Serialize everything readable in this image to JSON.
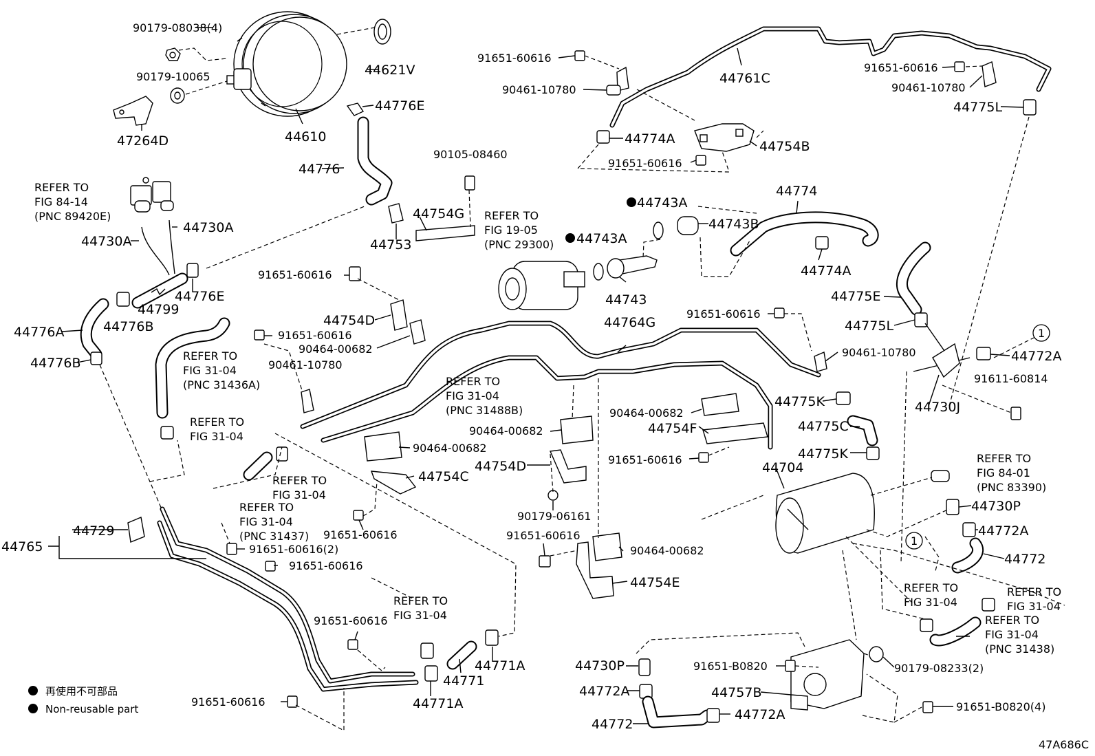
{
  "diagram_code": "47A686C",
  "legend": {
    "cn": "再使用不可部品",
    "en": "Non-reusable part"
  },
  "parts": {
    "p_90179_08038": "90179-08038(4)",
    "p_90179_10065": "90179-10065",
    "p_47264D": "47264D",
    "p_44610": "44610",
    "p_44621V": "44621V",
    "p_44776E_top": "44776E",
    "p_44776": "44776",
    "p_44730A_r": "44730A",
    "p_44730A_l": "44730A",
    "p_44776E_mid": "44776E",
    "p_44799": "44799",
    "p_44776B_a": "44776B",
    "p_44776A": "44776A",
    "p_44776B_b": "44776B",
    "p_90105_08460": "90105-08460",
    "p_44754G": "44754G",
    "p_44753": "44753",
    "p_91651_a": "91651-60616",
    "p_90461_a": "90461-10780",
    "p_44761C": "44761C",
    "p_44774A_a": "44774A",
    "p_44754B": "44754B",
    "p_91651_b": "91651-60616",
    "p_91651_c": "91651-60616",
    "p_90461_b": "90461-10780",
    "p_44775L_a": "44775L",
    "p_44743A_a": "44743A",
    "p_44743B": "44743B",
    "p_44774": "44774",
    "p_44743A_b": "44743A",
    "p_44743": "44743",
    "p_44774A_b": "44774A",
    "p_44775E": "44775E",
    "p_44775L_b": "44775L",
    "p_44772A_a": "44772A",
    "p_91611_60814": "91611-60814",
    "p_44730J": "44730J",
    "p_91651_d": "91651-60616",
    "p_44754D_a": "44754D",
    "p_90464_a": "90464-00682",
    "p_91651_e": "91651-60616",
    "p_90461_c": "90461-10780",
    "p_44764G": "44764G",
    "p_91651_f": "91651-60616",
    "p_90461_d": "90461-10780",
    "p_44775K_a": "44775K",
    "p_44775C": "44775C",
    "p_44775K_b": "44775K",
    "p_90464_b": "90464-00682",
    "p_44754F": "44754F",
    "p_91651_g": "91651-60616",
    "p_90464_c": "90464-00682",
    "p_90464_d": "90464-00682",
    "p_44754C": "44754C",
    "p_44754D_b": "44754D",
    "p_91651_h": "91651-60616",
    "p_90179_06161": "90179-06161",
    "p_91651_i": "91651-60616",
    "p_90464_e": "90464-00682",
    "p_44754E": "44754E",
    "p_44704": "44704",
    "p_44730P_a": "44730P",
    "p_44772A_b": "44772A",
    "p_44772_a": "44772",
    "p_44765": "44765",
    "p_44729": "44729",
    "p_91651_j": "91651-60616(2)",
    "p_91651_k": "91651-60616",
    "p_91651_l": "91651-60616",
    "p_44771A_a": "44771A",
    "p_44771": "44771",
    "p_44771A_b": "44771A",
    "p_91651_m": "91651-60616",
    "p_44730P_b": "44730P",
    "p_44772A_c": "44772A",
    "p_44772_b": "44772",
    "p_91651_B0820": "91651-B0820",
    "p_44757B": "44757B",
    "p_44772A_d": "44772A",
    "p_90179_08233": "90179-08233(2)",
    "p_91651_B0820_4": "91651-B0820(4)"
  },
  "refs": {
    "r_fig84_14": [
      "REFER TO",
      "FIG 84-14",
      "(PNC 89420E)"
    ],
    "r_fig19_05": [
      "REFER TO",
      "FIG 19-05",
      "(PNC 29300)"
    ],
    "r_fig31_04_36A": [
      "REFER TO",
      "FIG 31-04",
      "(PNC 31436A)"
    ],
    "r_fig31_04_88B": [
      "REFER TO",
      "FIG 31-04",
      "(PNC 31488B)"
    ],
    "r_fig31_04_a": [
      "REFER TO",
      "FIG 31-04"
    ],
    "r_fig31_04_b": [
      "REFER TO",
      "FIG 31-04"
    ],
    "r_fig31_04_37": [
      "REFER TO",
      "FIG 31-04",
      "(PNC 31437)"
    ],
    "r_fig31_04_c": [
      "REFER TO",
      "FIG 31-04"
    ],
    "r_fig84_01": [
      "REFER TO",
      "FIG 84-01",
      "(PNC 83390)"
    ],
    "r_fig31_04_d": [
      "REFER TO",
      "FIG 31-04"
    ],
    "r_fig31_04_e": [
      "REFER TO",
      "FIG 31-04"
    ],
    "r_fig31_04_38": [
      "REFER TO",
      "FIG 31-04",
      "(PNC 31438)"
    ]
  },
  "markers": {
    "circle_1_a": "1",
    "circle_1_b": "1"
  }
}
